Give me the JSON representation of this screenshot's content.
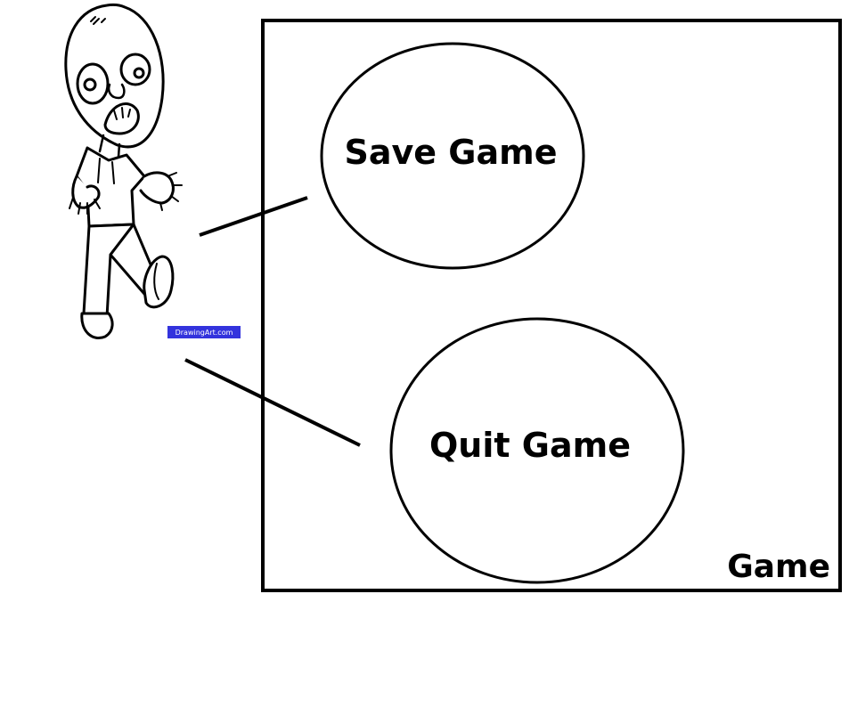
{
  "system_boundary": {
    "label": "Game"
  },
  "use_cases": [
    {
      "label": "Save Game"
    },
    {
      "label": "Quit Game"
    }
  ],
  "actor": {
    "figure": "zombie-cartoon",
    "watermark": "DrawingArt.com"
  },
  "colors": {
    "stroke": "#000000",
    "background": "#ffffff",
    "watermark_bg": "#3333dd"
  }
}
